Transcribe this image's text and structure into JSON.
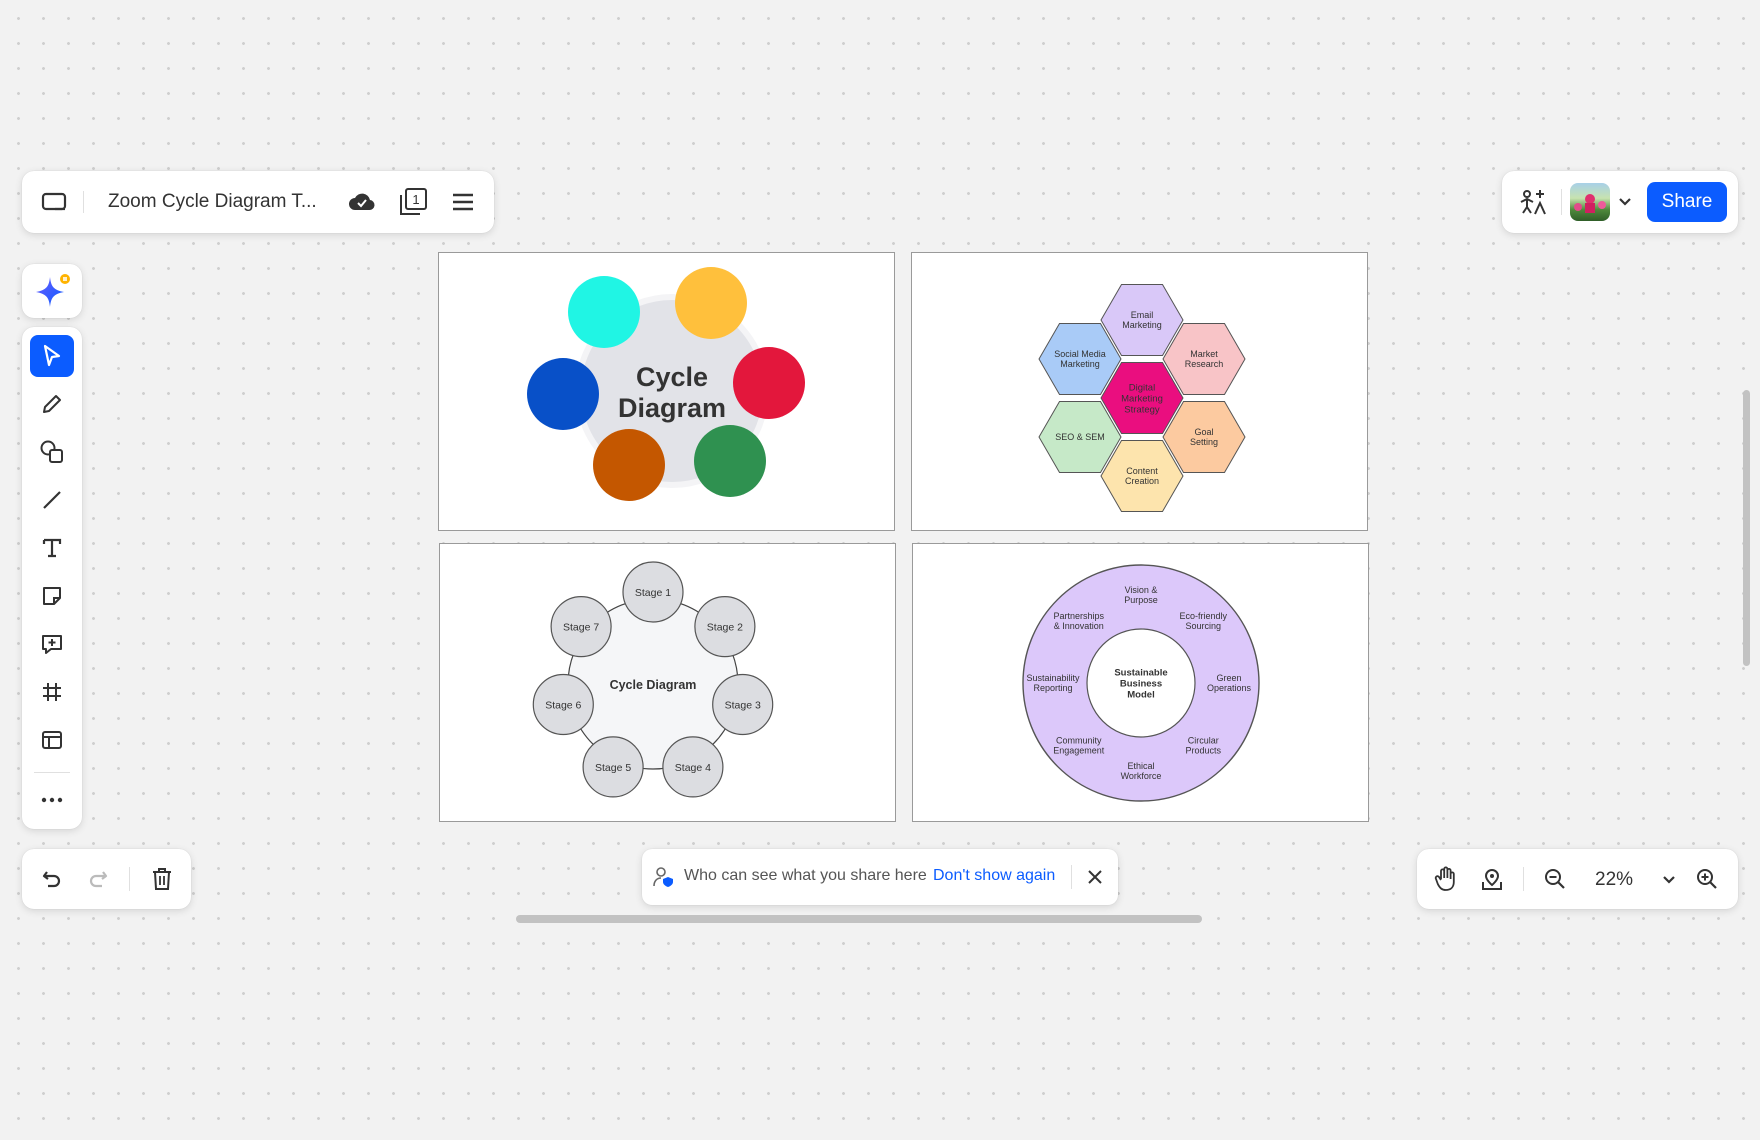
{
  "topbar": {
    "title": "Zoom Cycle Diagram T...",
    "icons": [
      "whiteboard-icon",
      "cloud-saved-icon",
      "pages-icon",
      "menu-icon"
    ],
    "page_count": "1"
  },
  "ai_panel": {
    "icon": "ai-sparkle-icon"
  },
  "toolbar": {
    "tools": [
      "select-tool",
      "pen-tool",
      "shapes-tool",
      "line-tool",
      "text-tool",
      "sticky-note-tool",
      "comment-tool",
      "frame-tool",
      "template-tool",
      "more-tools"
    ],
    "active": "select-tool"
  },
  "undo_panel": {
    "icons": [
      "undo-icon",
      "redo-icon",
      "trash-icon"
    ]
  },
  "right_top": {
    "share_label": "Share"
  },
  "zoom": {
    "level": "22%"
  },
  "notice": {
    "text": "Who can see what you share here",
    "link": "Don't show again"
  },
  "colors": {
    "accent": "#0b5cff",
    "canvas": "#f2f2f2"
  },
  "frames": {
    "cycle_one": {
      "title_line1": "Cycle",
      "title_line2": "Diagram",
      "circle_colors": [
        "#20f5e4",
        "#ffc03c",
        "#e3173c",
        "#2f9150",
        "#c45700",
        "#0850c8"
      ]
    },
    "hexagons": {
      "center": [
        "Digital",
        "Marketing",
        "Strategy"
      ],
      "items": [
        {
          "lines": [
            "Email",
            "Marketing"
          ],
          "color": "#d9c8f8"
        },
        {
          "lines": [
            "Market",
            "Research"
          ],
          "color": "#f8c4c7"
        },
        {
          "lines": [
            "Goal",
            "Setting"
          ],
          "color": "#fccaa0"
        },
        {
          "lines": [
            "Content",
            "Creation"
          ],
          "color": "#fde4ad"
        },
        {
          "lines": [
            "SEO & SEM"
          ],
          "color": "#c6e9c8"
        },
        {
          "lines": [
            "Social Media",
            "Marketing"
          ],
          "color": "#a9cbf7"
        }
      ],
      "center_color": "#ea0e7f"
    },
    "stages": {
      "center": "Cycle Diagram",
      "items": [
        "Stage 1",
        "Stage 2",
        "Stage 3",
        "Stage 4",
        "Stage 5",
        "Stage 6",
        "Stage 7"
      ]
    },
    "ring": {
      "center": [
        "Sustainable",
        "Business",
        "Model"
      ],
      "items": [
        {
          "lines": [
            "Vision &",
            "Purpose"
          ]
        },
        {
          "lines": [
            "Eco-friendly",
            "Sourcing"
          ]
        },
        {
          "lines": [
            "Green",
            "Operations"
          ]
        },
        {
          "lines": [
            "Circular",
            "Products"
          ]
        },
        {
          "lines": [
            "Ethical",
            "Workforce"
          ]
        },
        {
          "lines": [
            "Community",
            "Engagement"
          ]
        },
        {
          "lines": [
            "Sustainability",
            "Reporting"
          ]
        },
        {
          "lines": [
            "Partnerships",
            "& Innovation"
          ]
        }
      ],
      "ring_color": "#dcc8fa"
    }
  }
}
